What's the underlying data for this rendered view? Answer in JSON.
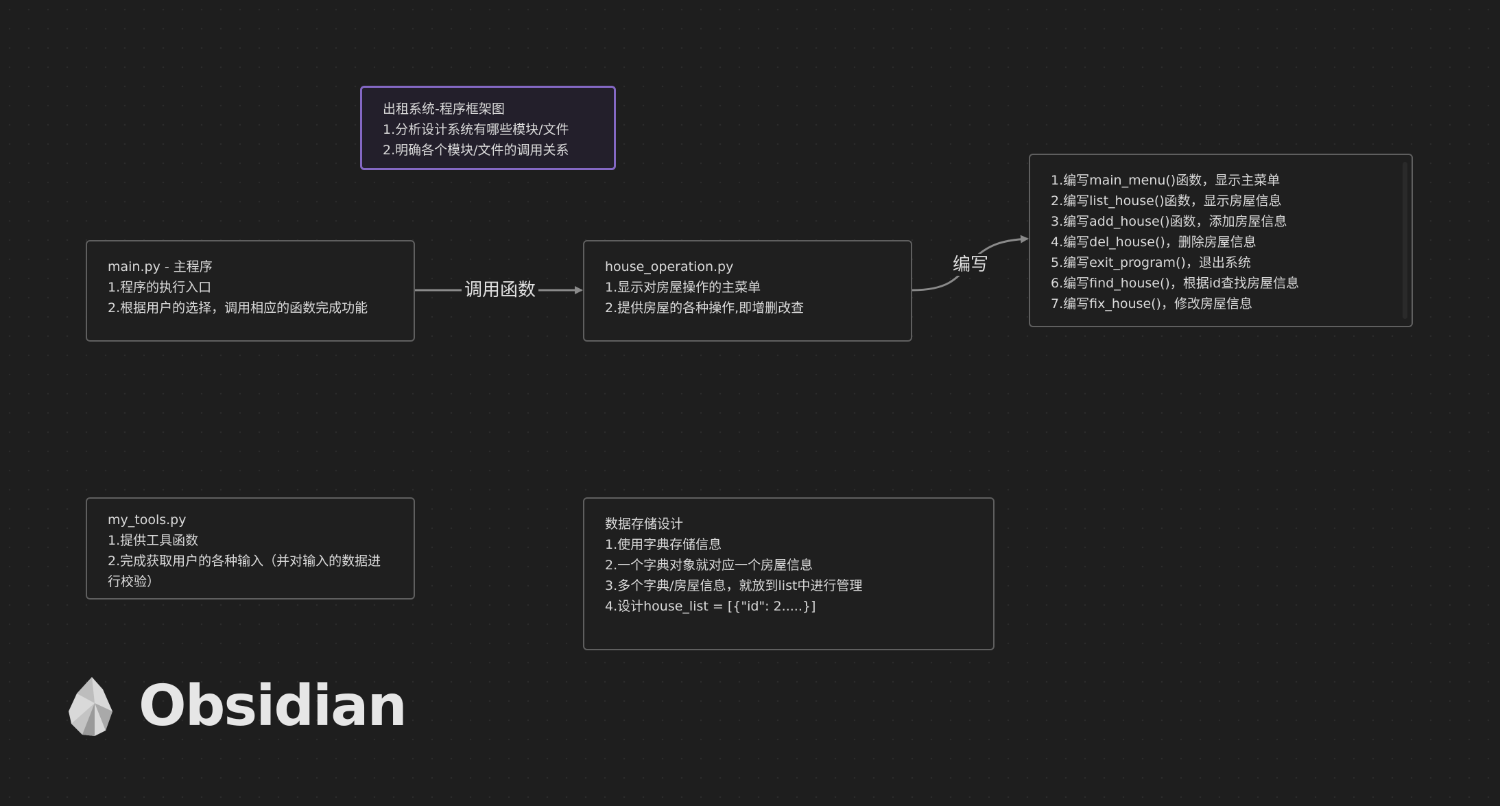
{
  "title_card": {
    "lines": [
      "出租系统-程序框架图",
      "1.分析设计系统有哪些模块/文件",
      "2.明确各个模块/文件的调用关系"
    ]
  },
  "main_card": {
    "lines": [
      "main.py - 主程序",
      "1.程序的执行入口",
      "2.根据用户的选择，调用相应的函数完成功能"
    ]
  },
  "house_card": {
    "lines": [
      "house_operation.py",
      "1.显示对房屋操作的主菜单",
      "2.提供房屋的各种操作,即增删改查"
    ]
  },
  "functions_card": {
    "lines": [
      "1.编写main_menu()函数，显示主菜单",
      "2.编写list_house()函数，显示房屋信息",
      "3.编写add_house()函数，添加房屋信息",
      "4.编写del_house()，删除房屋信息",
      "5.编写exit_program()，退出系统",
      "6.编写find_house()，根据id查找房屋信息",
      "7.编写fix_house()，修改房屋信息"
    ]
  },
  "tools_card": {
    "lines": [
      "my_tools.py",
      "1.提供工具函数",
      "2.完成获取用户的各种输入（并对输入的数据进行校验）"
    ]
  },
  "storage_card": {
    "lines": [
      "数据存储设计",
      "1.使用字典存储信息",
      "2.一个字典对象就对应一个房屋信息",
      "3.多个字典/房屋信息，就放到list中进行管理",
      "4.设计house_list = [{\"id\": 2.....}]"
    ]
  },
  "edges": {
    "call_label": "调用函数",
    "write_label": "编写"
  },
  "logo": {
    "text": "Obsidian",
    "icon": "obsidian-logo-icon"
  },
  "colors": {
    "background": "#1e1e1e",
    "card_border": "#5f5f5f",
    "accent_purple": "#8468c4",
    "edge": "#8a8a8a"
  }
}
